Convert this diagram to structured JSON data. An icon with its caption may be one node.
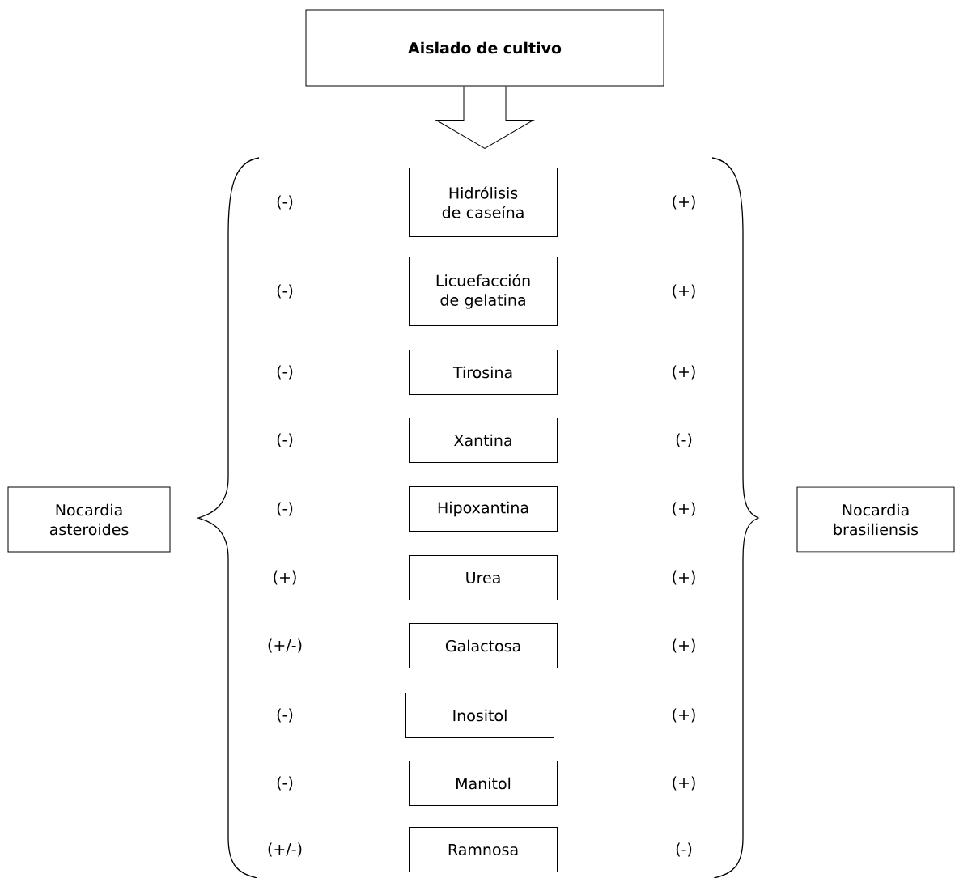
{
  "diagram": {
    "nodes": [
      {
        "text": [
          "Aislado de cultivo"
        ]
      },
      {
        "text": [
          "Hidrólisis de caseína"
        ]
      },
      {
        "text": [
          "Licuefacción de gelatina"
        ]
      },
      {
        "text": [
          "Tirosina"
        ]
      },
      {
        "text": [
          "Xantina"
        ]
      },
      {
        "text": [
          "Hipoxantina"
        ]
      },
      {
        "text": [
          "Urea"
        ]
      },
      {
        "text": [
          "Galactosa"
        ]
      },
      {
        "text": [
          "Inositol"
        ]
      },
      {
        "text": [
          "Manitol"
        ]
      },
      {
        "text": [
          "Ramnosa"
        ]
      },
      {
        "text": [
          "Nocardia asteroides"
        ]
      },
      {
        "text": [
          "Nocardia brasiliensis"
        ]
      }
    ],
    "labels": [
      "(-)",
      "(+)",
      "(-)",
      "(+)",
      "(-)",
      "(+)",
      "(-)",
      "(-)",
      "(-)",
      "(+)",
      "(+)",
      "(+)",
      "(+/-)",
      "(+)",
      "(-)",
      "(+)",
      "(-)",
      "(+)",
      "(+/-)",
      "(-)"
    ]
  }
}
